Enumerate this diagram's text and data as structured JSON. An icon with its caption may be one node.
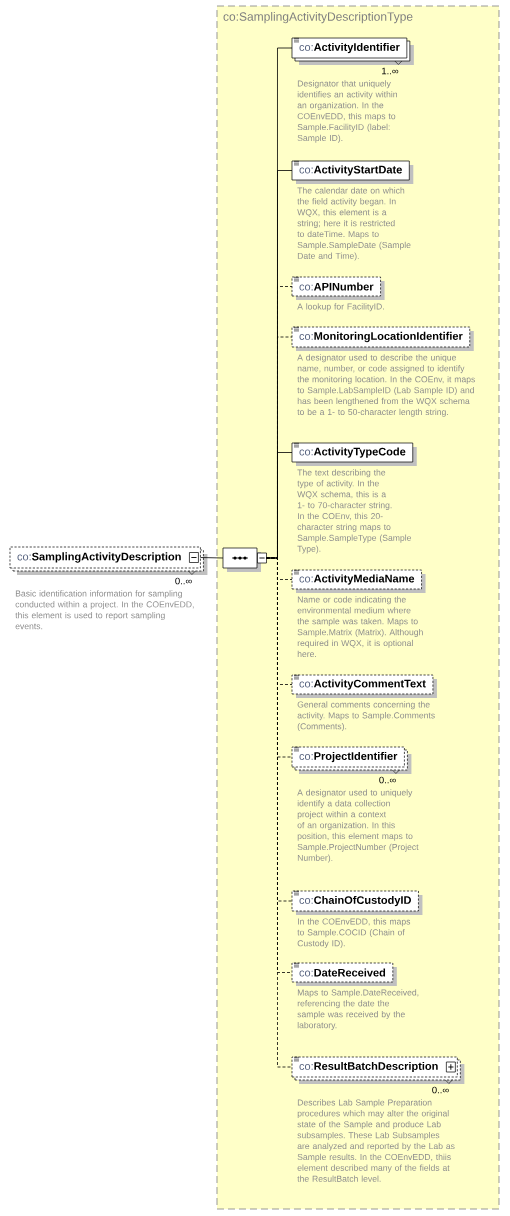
{
  "diagram": {
    "nodes": [
      {
        "text": [
          "co:**SamplingActivityDescription**"
        ],
        "beside": [
          "0..∞",
          "Basic identification information for sampling conducted within a project. In the COEnvEDD, this element is used to report sampling events."
        ]
      },
      {
        "text": [
          "co:SamplingActivityDescriptionType"
        ]
      },
      {
        "text": [],
        "shape": "octagon",
        "in": 1
      },
      {
        "text": [
          "co:**ActivityIdentifier**"
        ],
        "in": 1,
        "beside": [
          "1..∞",
          "Designator that uniquely identifies an activity within an organization. In the COEnvEDD, this maps to Sample.FacilityID (label: Sample ID)."
        ]
      },
      {
        "text": [
          "co:**ActivityStartDate**"
        ],
        "in": 1,
        "beside": [
          "The calendar date on which the field activity began. In WQX, this element is a string; here it is restricted to dateTime. Maps to Sample.SampleDate (Sample Date and Time)."
        ]
      },
      {
        "text": [
          "co:**APINumber**"
        ],
        "in": 1,
        "beside": [
          "A lookup for FacilityID."
        ]
      },
      {
        "text": [
          "co:**MonitoringLocationIdentifier**"
        ],
        "in": 1,
        "beside": [
          "A designator used to describe the unique name, number, or code assigned to identify the monitoring location. In the COEnv, it maps to Sample.LabSampleID (Lab Sample ID) and has been lengthened from the WQX schema to be a 1- to 50-character length string."
        ]
      },
      {
        "text": [
          "co:**ActivityTypeCode**"
        ],
        "in": 1,
        "beside": [
          "The text describing the type of activity. In the WQX schema, this is a 1- to 70-character string. In the COEnv, this 20-character string maps to Sample.SampleType (Sample Type)."
        ]
      },
      {
        "text": [
          "co:**ActivityMediaName**"
        ],
        "in": 1,
        "beside": [
          "Name or code indicating the environmental medium where the sample was taken. Maps to Sample.Matrix (Matrix). Although required in WQX, it is optional here."
        ]
      },
      {
        "text": [
          "co:**ActivityCommentText**"
        ],
        "in": 1,
        "beside": [
          "General comments concerning the activity. Maps to Sample.Comments (Comments)."
        ]
      },
      {
        "text": [
          "co:**ProjectIdentifier**"
        ],
        "in": 1,
        "beside": [
          "0..∞",
          "A designator used to uniquely identify a data collection project within a context of an organization. In this position, this element maps to Sample.ProjectNumber (Project Number)."
        ]
      },
      {
        "text": [
          "co:**ChainOfCustodyID**"
        ],
        "in": 1,
        "beside": [
          "In the COEnvEDD, this maps to Sample.COCID (Chain of Custody ID)."
        ]
      },
      {
        "text": [
          "co:**DateReceived**"
        ],
        "in": 1,
        "beside": [
          "Maps to Sample.DateReceived, referencing the date the sample was received by the laboratory."
        ]
      },
      {
        "text": [
          "co:**ResultBatchDescription**"
        ],
        "in": 1,
        "beside": [
          "0..∞",
          "Describes Lab Sample Preparation procedures which may alter the original state of the Sample and produce Lab subsamples. These Lab Subsamples are analyzed and reported by the Lab as Sample results. In the COEnvEDD, thiis element described many of the fields at the ResultBatch level."
        ]
      }
    ],
    "edges": [
      {
        "from": 0,
        "to": 2,
        "arrow": "none"
      },
      {
        "from": 2,
        "to": 3,
        "arrow": "none"
      },
      {
        "from": 2,
        "to": 4,
        "arrow": "none"
      },
      {
        "from": 2,
        "to": 5,
        "arrow": "none",
        "style": "dashed"
      },
      {
        "from": 2,
        "to": 6,
        "arrow": "none",
        "style": "dashed"
      },
      {
        "from": 2,
        "to": 7,
        "arrow": "none"
      },
      {
        "from": 2,
        "to": 8,
        "arrow": "none",
        "style": "dashed"
      },
      {
        "from": 2,
        "to": 9,
        "arrow": "none",
        "style": "dashed"
      },
      {
        "from": 2,
        "to": 10,
        "arrow": "none",
        "style": "dashed"
      },
      {
        "from": 2,
        "to": 11,
        "arrow": "none",
        "style": "dashed"
      },
      {
        "from": 2,
        "to": 12,
        "arrow": "none",
        "style": "dashed"
      },
      {
        "from": 2,
        "to": 13,
        "arrow": "none",
        "style": "dashed"
      }
    ]
  }
}
